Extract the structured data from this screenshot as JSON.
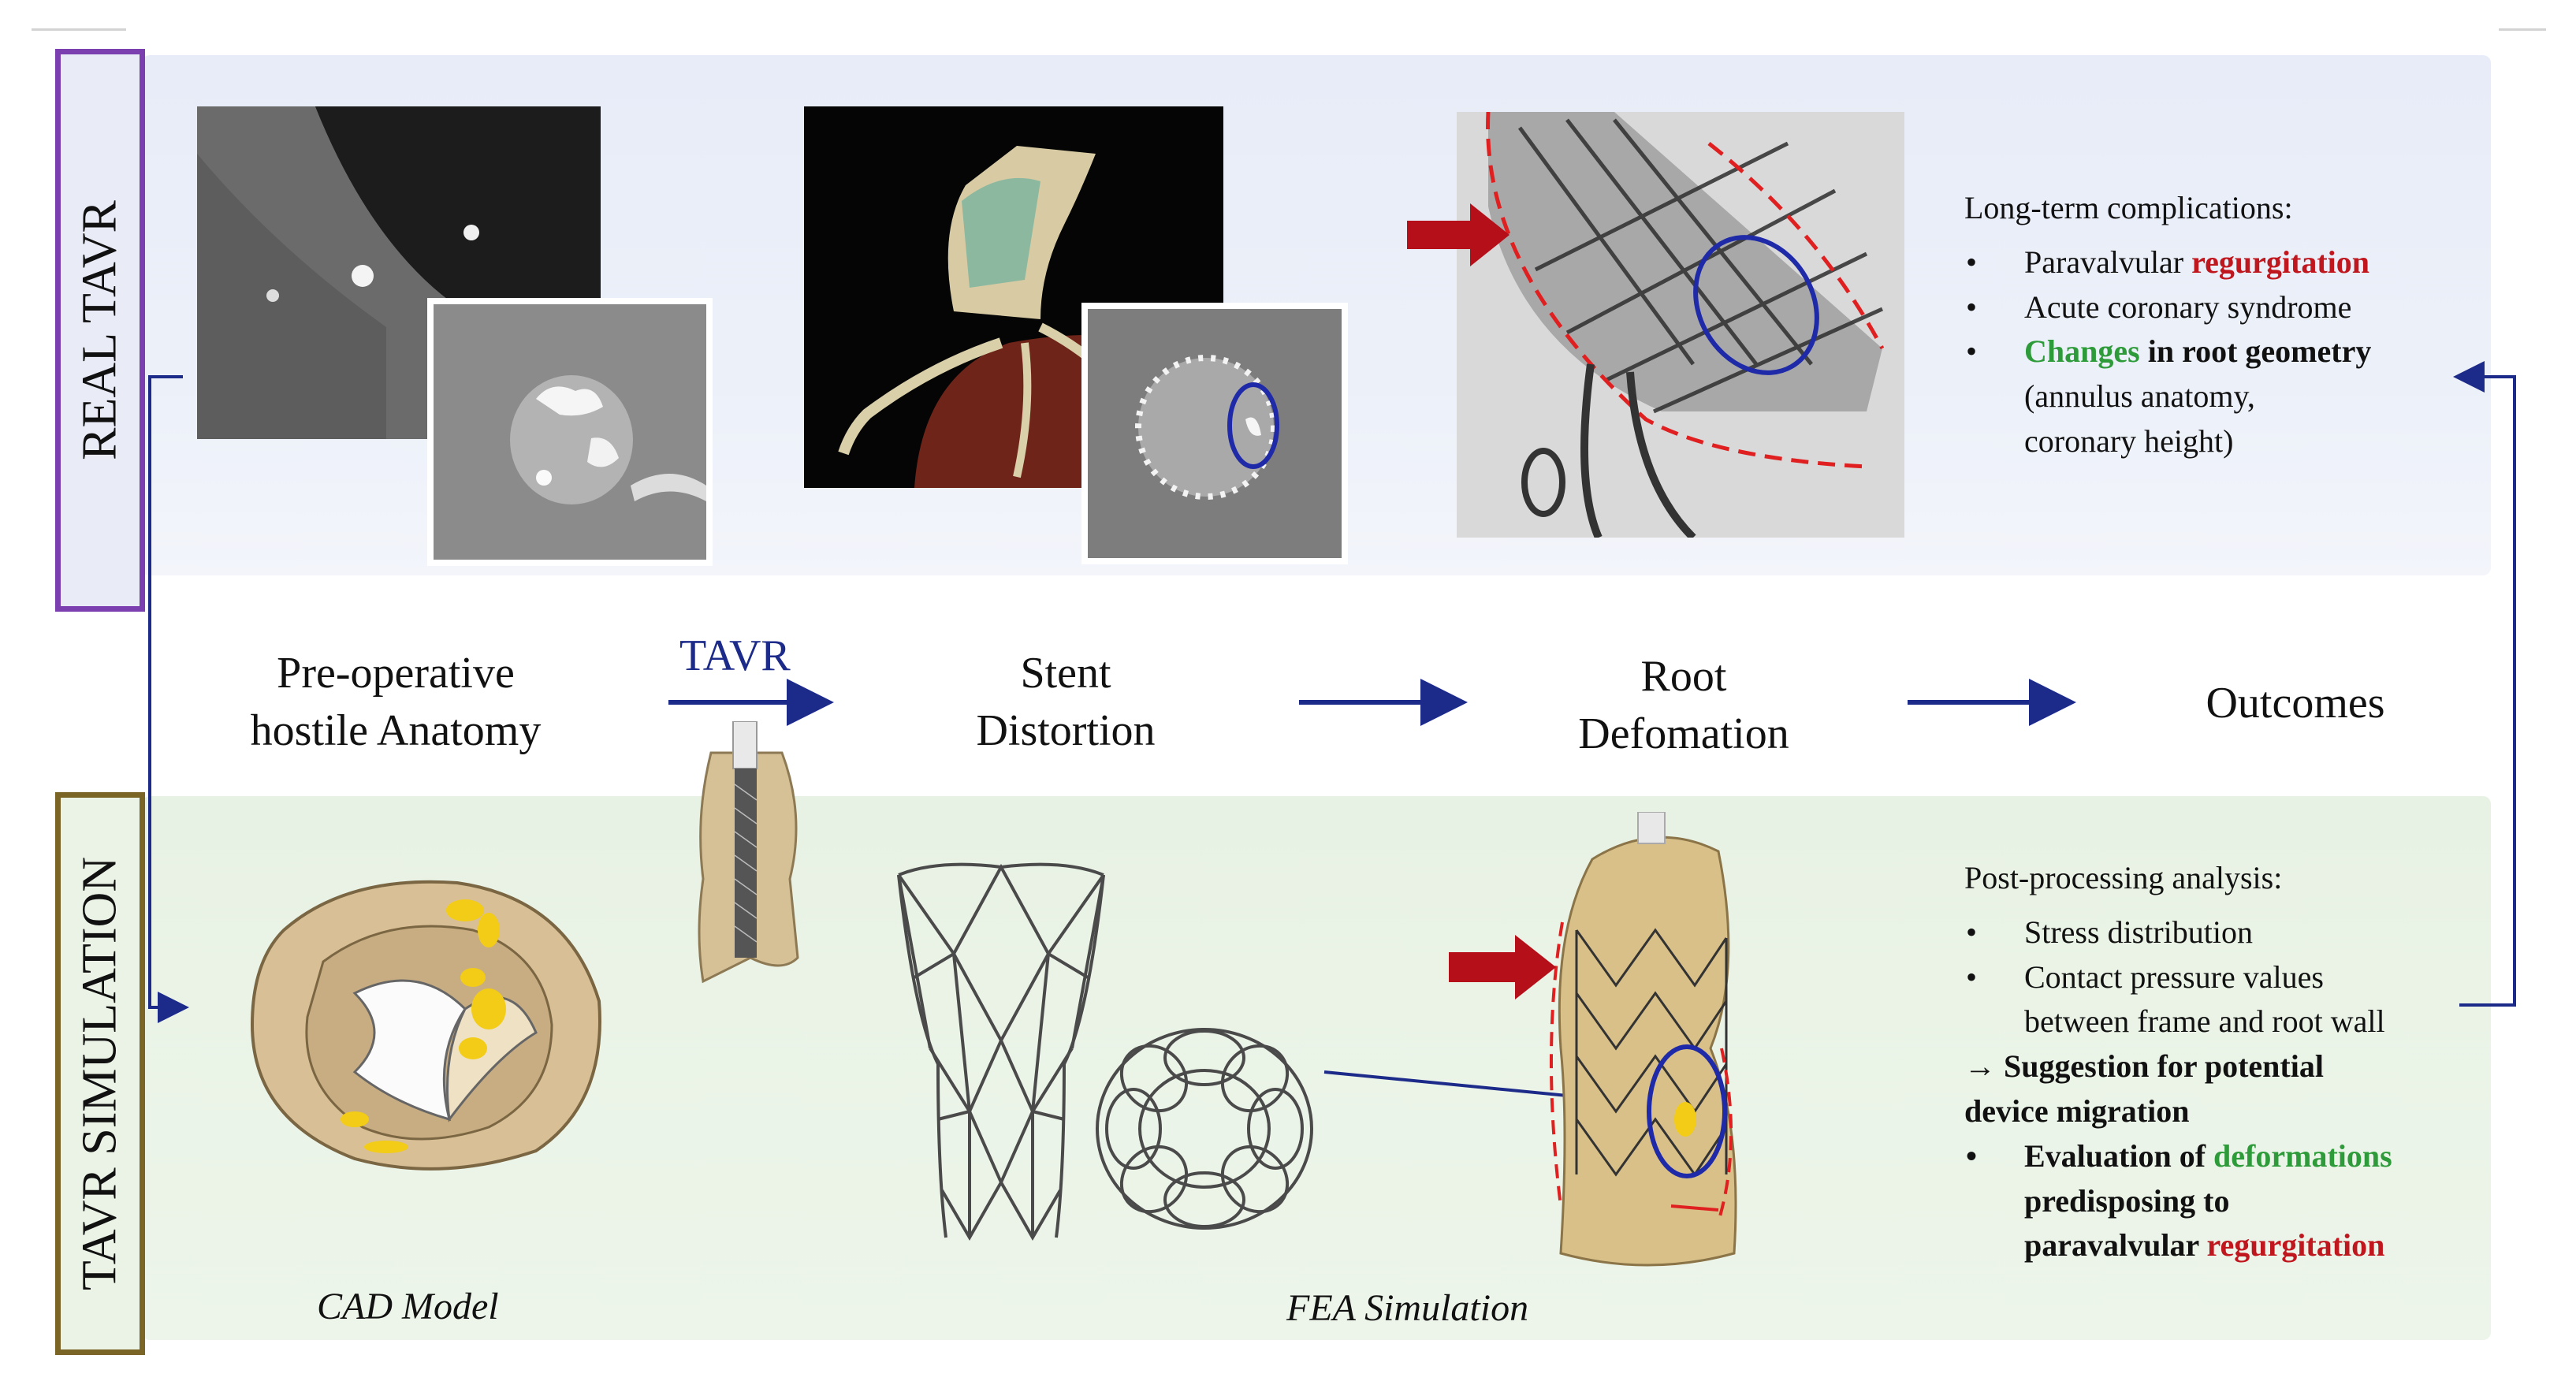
{
  "sections": {
    "real_label": "REAL TAVR",
    "sim_label": "TAVR SIMULATION"
  },
  "flow": {
    "step1_line1": "Pre-operative",
    "step1_line2": "hostile Anatomy",
    "tavr": "TAVR",
    "step2_line1": "Stent",
    "step2_line2": "Distortion",
    "step3_line1": "Root",
    "step3_line2": "Defomation",
    "step4": "Outcomes"
  },
  "complications": {
    "heading": "Long-term complications:",
    "item1_a": "Paravalvular ",
    "item1_b": "regurgitation",
    "item2": "Acute coronary syndrome",
    "item3_a": "Changes",
    "item3_b": " in root geometry",
    "item3_line2": "(annulus anatomy,",
    "item3_line3": "coronary height)"
  },
  "postprocessing": {
    "heading": "Post-processing analysis:",
    "item1": "Stress distribution",
    "item2_line1": "Contact pressure values",
    "item2_line2": "between frame and root wall",
    "arrow_line1": "→ Suggestion for potential",
    "arrow_line2": "device migration",
    "item3_a": "Evaluation of ",
    "item3_b": "deformations",
    "item3_line2": "predisposing to",
    "item3_line3_a": "paravalvular ",
    "item3_line3_b": "regurgitation"
  },
  "captions": {
    "cad": "CAD Model",
    "fea": "FEA Simulation"
  },
  "colors": {
    "arrow_blue": "#1c2a8a",
    "highlight_red": "#c0161d",
    "highlight_green": "#2e9b3a",
    "circle_blue": "#1f2aa8"
  }
}
